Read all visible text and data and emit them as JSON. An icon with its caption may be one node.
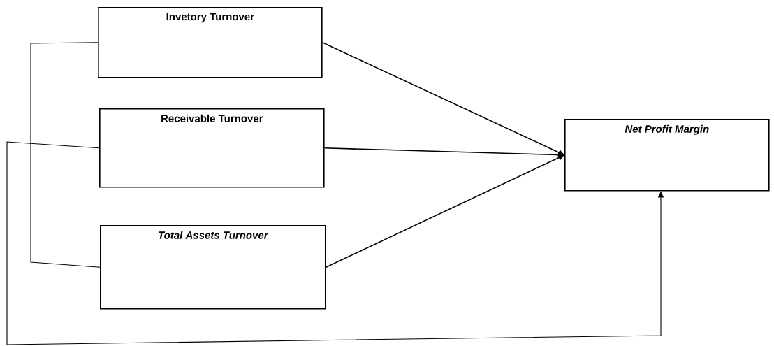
{
  "diagram": {
    "nodes": [
      {
        "text": [
          "Invetory Turnover"
        ]
      },
      {
        "text": [
          "Receivable Turnover"
        ]
      },
      {
        "text": [
          "Total Assets Turnover"
        ]
      },
      {
        "text": [
          "Net Profit Margin"
        ]
      }
    ],
    "edges": [
      {
        "from": 0,
        "to": 3,
        "arrow": "to"
      },
      {
        "from": 1,
        "to": 3,
        "arrow": "to"
      },
      {
        "from": 2,
        "to": 3,
        "arrow": "to"
      },
      {
        "from": 0,
        "to": 2,
        "arrow": "none"
      },
      {
        "from": 1,
        "to": 3,
        "arrow": "to"
      }
    ]
  }
}
